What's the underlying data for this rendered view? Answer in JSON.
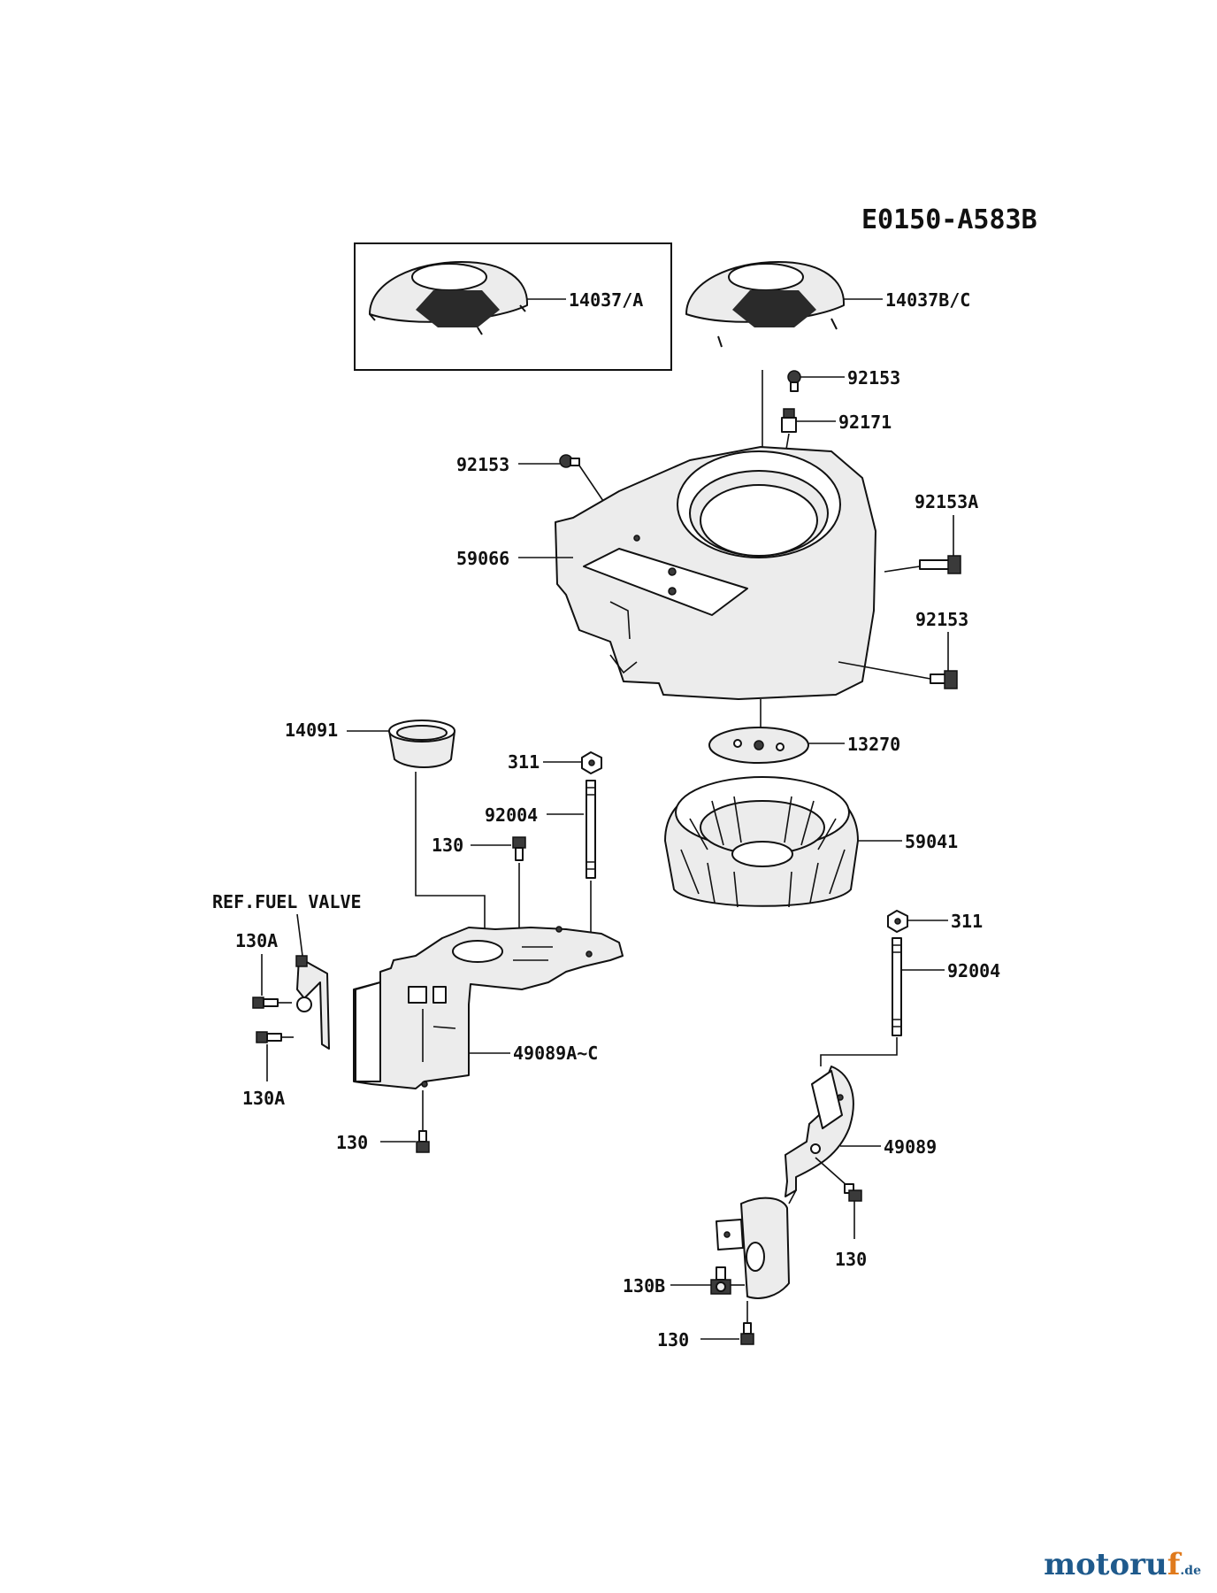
{
  "diagram_code": "E0150-A583B",
  "labels": {
    "l_14037a": "14037/A",
    "l_14037bc": "14037B/C",
    "l_92153_top": "92153",
    "l_92171": "92171",
    "l_92153_left": "92153",
    "l_92153a": "92153A",
    "l_59066": "59066",
    "l_92153_right": "92153",
    "l_14091": "14091",
    "l_13270": "13270",
    "l_311_left": "311",
    "l_92004_left": "92004",
    "l_59041": "59041",
    "l_130_mid": "130",
    "l_ref_fuel_valve": "REF.FUEL VALVE",
    "l_311_right": "311",
    "l_130a_top": "130A",
    "l_92004_right": "92004",
    "l_49089ac": "49089A~C",
    "l_130a_bottom": "130A",
    "l_130_left_bottom": "130",
    "l_49089": "49089",
    "l_130_right": "130",
    "l_130b": "130B",
    "l_130_bottom": "130"
  },
  "watermark": {
    "main": "motoru",
    "accent": "f",
    "suffix": ".de"
  }
}
